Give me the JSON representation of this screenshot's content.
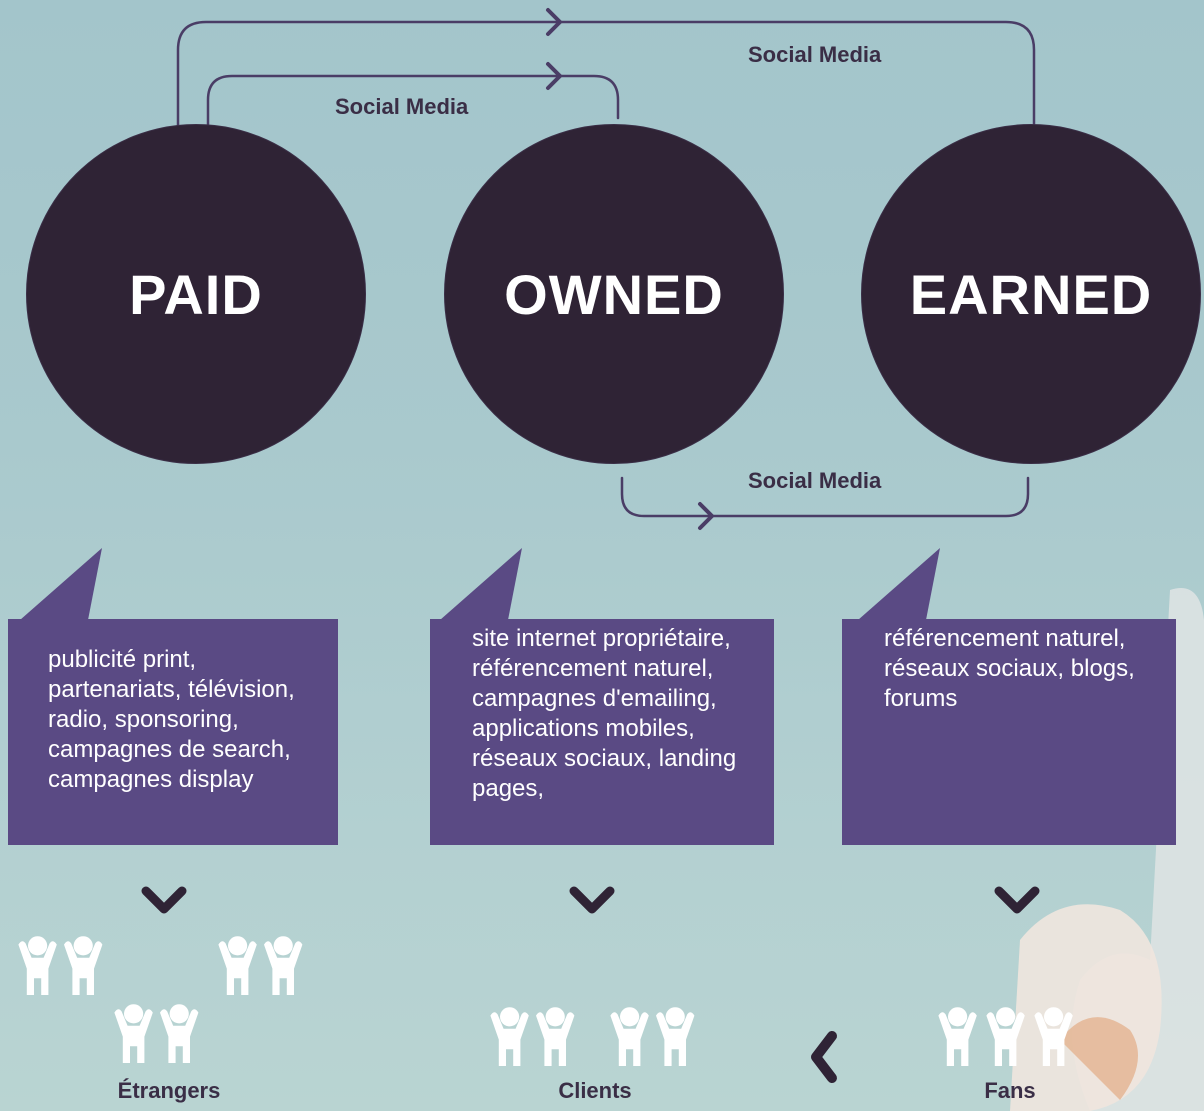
{
  "colors": {
    "circle": "#2f2335",
    "bubble": "#5a4a84",
    "connector": "#4a3d66",
    "chevron": "#2f2335",
    "person": "#ffffff"
  },
  "flows": [
    {
      "label": "Social Media"
    },
    {
      "label": "Social Media"
    },
    {
      "label": "Social Media"
    }
  ],
  "circles": [
    {
      "label": "PAID"
    },
    {
      "label": "OWNED"
    },
    {
      "label": "EARNED"
    }
  ],
  "bubbles": [
    {
      "lines": [
        "publicité print,",
        "partenariats, télévision,",
        "radio, sponsoring,",
        "campagnes de search,",
        "campagnes display"
      ]
    },
    {
      "lines": [
        "site internet propriétaire,",
        "référencement naturel,",
        "campagnes d'emailing,",
        "applications mobiles,",
        "réseaux sociaux, landing",
        "pages,"
      ]
    },
    {
      "lines": [
        "référencement naturel,",
        "réseaux sociaux, blogs,",
        "forums"
      ]
    }
  ],
  "audiences": [
    {
      "label": "Étrangers",
      "icon": "people-icon"
    },
    {
      "label": "Clients",
      "icon": "people-icon"
    },
    {
      "label": "Fans",
      "icon": "people-icon"
    }
  ],
  "icons": {
    "down": "chevron-down-icon",
    "left": "chevron-left-icon"
  }
}
